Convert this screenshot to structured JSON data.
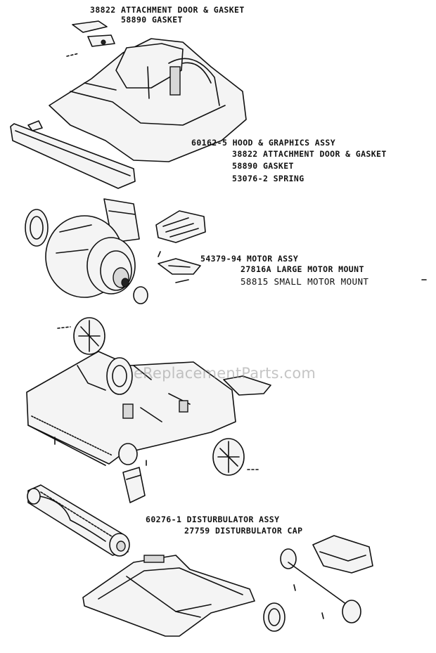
{
  "watermark": "eReplacementParts.com",
  "labels": {
    "l1": "38822 ATTACHMENT DOOR & GASKET",
    "l2": "58890 GASKET",
    "l3": "60162-5 HOOD & GRAPHICS ASSY",
    "l4": "38822 ATTACHMENT DOOR & GASKET",
    "l5": "58890 GASKET",
    "l6": "53076-2 SPRING",
    "l7": "54379-94 MOTOR ASSY",
    "l8": "27816A LARGE MOTOR MOUNT",
    "l9": "58815 SMALL MOTOR MOUNT",
    "l10": "60276-1 DISTURBULATOR ASSY",
    "l11": "27759 DISTURBULATOR CAP"
  }
}
